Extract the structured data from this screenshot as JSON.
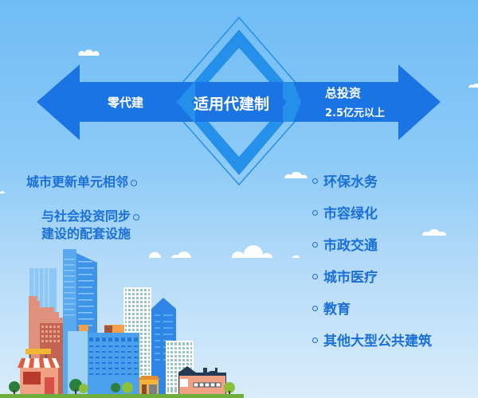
{
  "colors": {
    "sky_top": "#6fbcf6",
    "sky_bottom": "#d9ecfb",
    "arrow": "#1b74e4",
    "diamond": "#2590ea",
    "text_blue": "#1a6fd8",
    "ground": "#6fae3a"
  },
  "arrow": {
    "left_label": "零代建",
    "center_label": "适用代建制",
    "right_title": "总投资",
    "right_subtitle": "2.5亿元以上"
  },
  "left_notes": {
    "line1": "城市更新单元相邻",
    "line2": "与社会投资同步",
    "line3": "建设的配套设施"
  },
  "right_list": {
    "items": [
      "环保水务",
      "市容绿化",
      "市政交通",
      "城市医疗",
      "教育",
      "其他大型公共建筑"
    ]
  },
  "illustration": {
    "shop_sign": "supermarket",
    "icons": [
      "cloud-icon",
      "city-skyline-illustration"
    ]
  }
}
